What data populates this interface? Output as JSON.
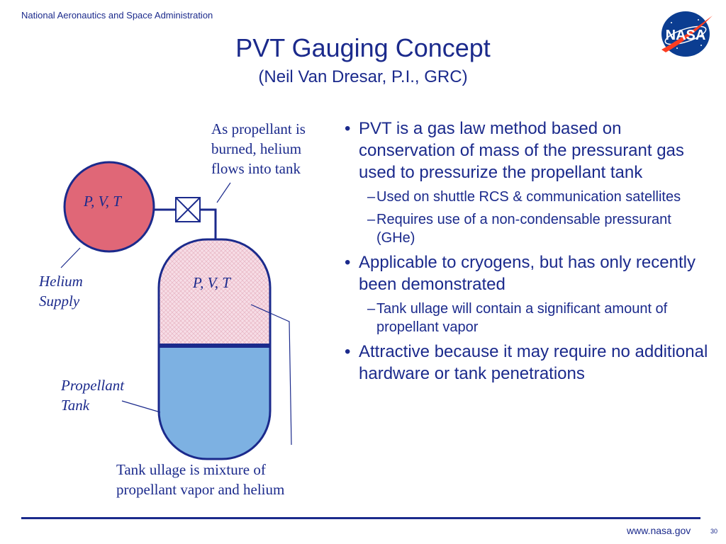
{
  "header": {
    "org": "National Aeronautics and Space Administration",
    "logo_text": "NASA"
  },
  "title": "PVT Gauging Concept",
  "subtitle": "(Neil Van Dresar, P.I., GRC)",
  "diagram": {
    "annotation_top": [
      "As propellant is",
      "burned, helium",
      "flows into tank"
    ],
    "helium_sphere_label": "P, V, T",
    "tank_label": "P, V, T",
    "helium_supply_label": [
      "Helium",
      "Supply"
    ],
    "propellant_tank_label": [
      "Propellant",
      "Tank"
    ],
    "annotation_bottom": [
      "Tank ullage is mixture of",
      "propellant vapor and helium"
    ],
    "colors": {
      "helium": "#e06777",
      "ullage": "#f7dde6",
      "propellant": "#7db1e2",
      "outline": "#1b2a8c"
    }
  },
  "bullets": [
    {
      "level": 1,
      "text": "PVT is a gas law method based on conservation of mass of the pressurant gas used to pressurize the propellant tank"
    },
    {
      "level": 2,
      "text": "Used on shuttle RCS & communication satellites"
    },
    {
      "level": 2,
      "text": "Requires use of a non-condensable pressurant (GHe)"
    },
    {
      "level": 1,
      "text": "Applicable to cryogens, but has only recently been demonstrated"
    },
    {
      "level": 2,
      "text": "Tank ullage will contain a significant amount of propellant vapor"
    },
    {
      "level": 1,
      "text": "Attractive because it may require no additional hardware or tank penetrations"
    }
  ],
  "footer": {
    "url": "www.nasa.gov",
    "page": "30"
  }
}
